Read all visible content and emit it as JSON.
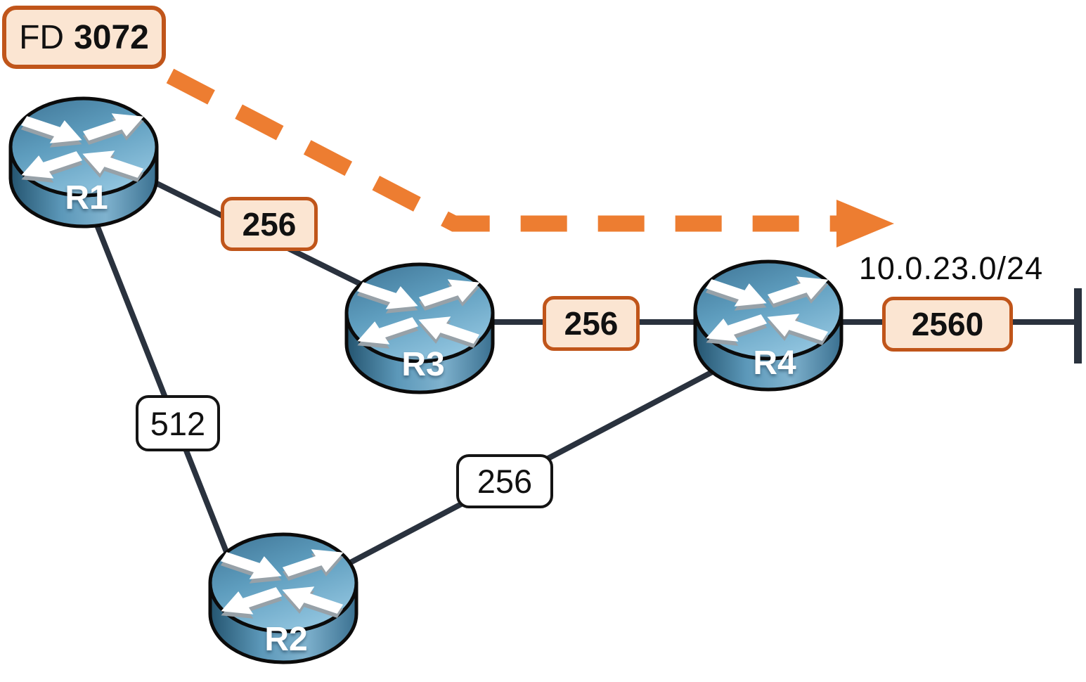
{
  "fd": {
    "prefix": "FD",
    "value": "3072"
  },
  "network_cidr": "10.0.23.0/24",
  "routers": {
    "r1": "R1",
    "r2": "R2",
    "r3": "R3",
    "r4": "R4"
  },
  "metrics": {
    "r1_r3": "256",
    "r1_r2": "512",
    "r3_r4": "256",
    "r2_r4": "256",
    "r4_network": "2560"
  },
  "colors": {
    "path_highlight": "#ED7D31",
    "metric_label_border": "#C0551A",
    "metric_label_fill": "#FBE5D2",
    "plain_label_border": "#141414",
    "plain_label_fill": "#FFFFFF",
    "link": "#2A323E",
    "router_fill": "#4E8FB3",
    "label_text": "#111111"
  }
}
